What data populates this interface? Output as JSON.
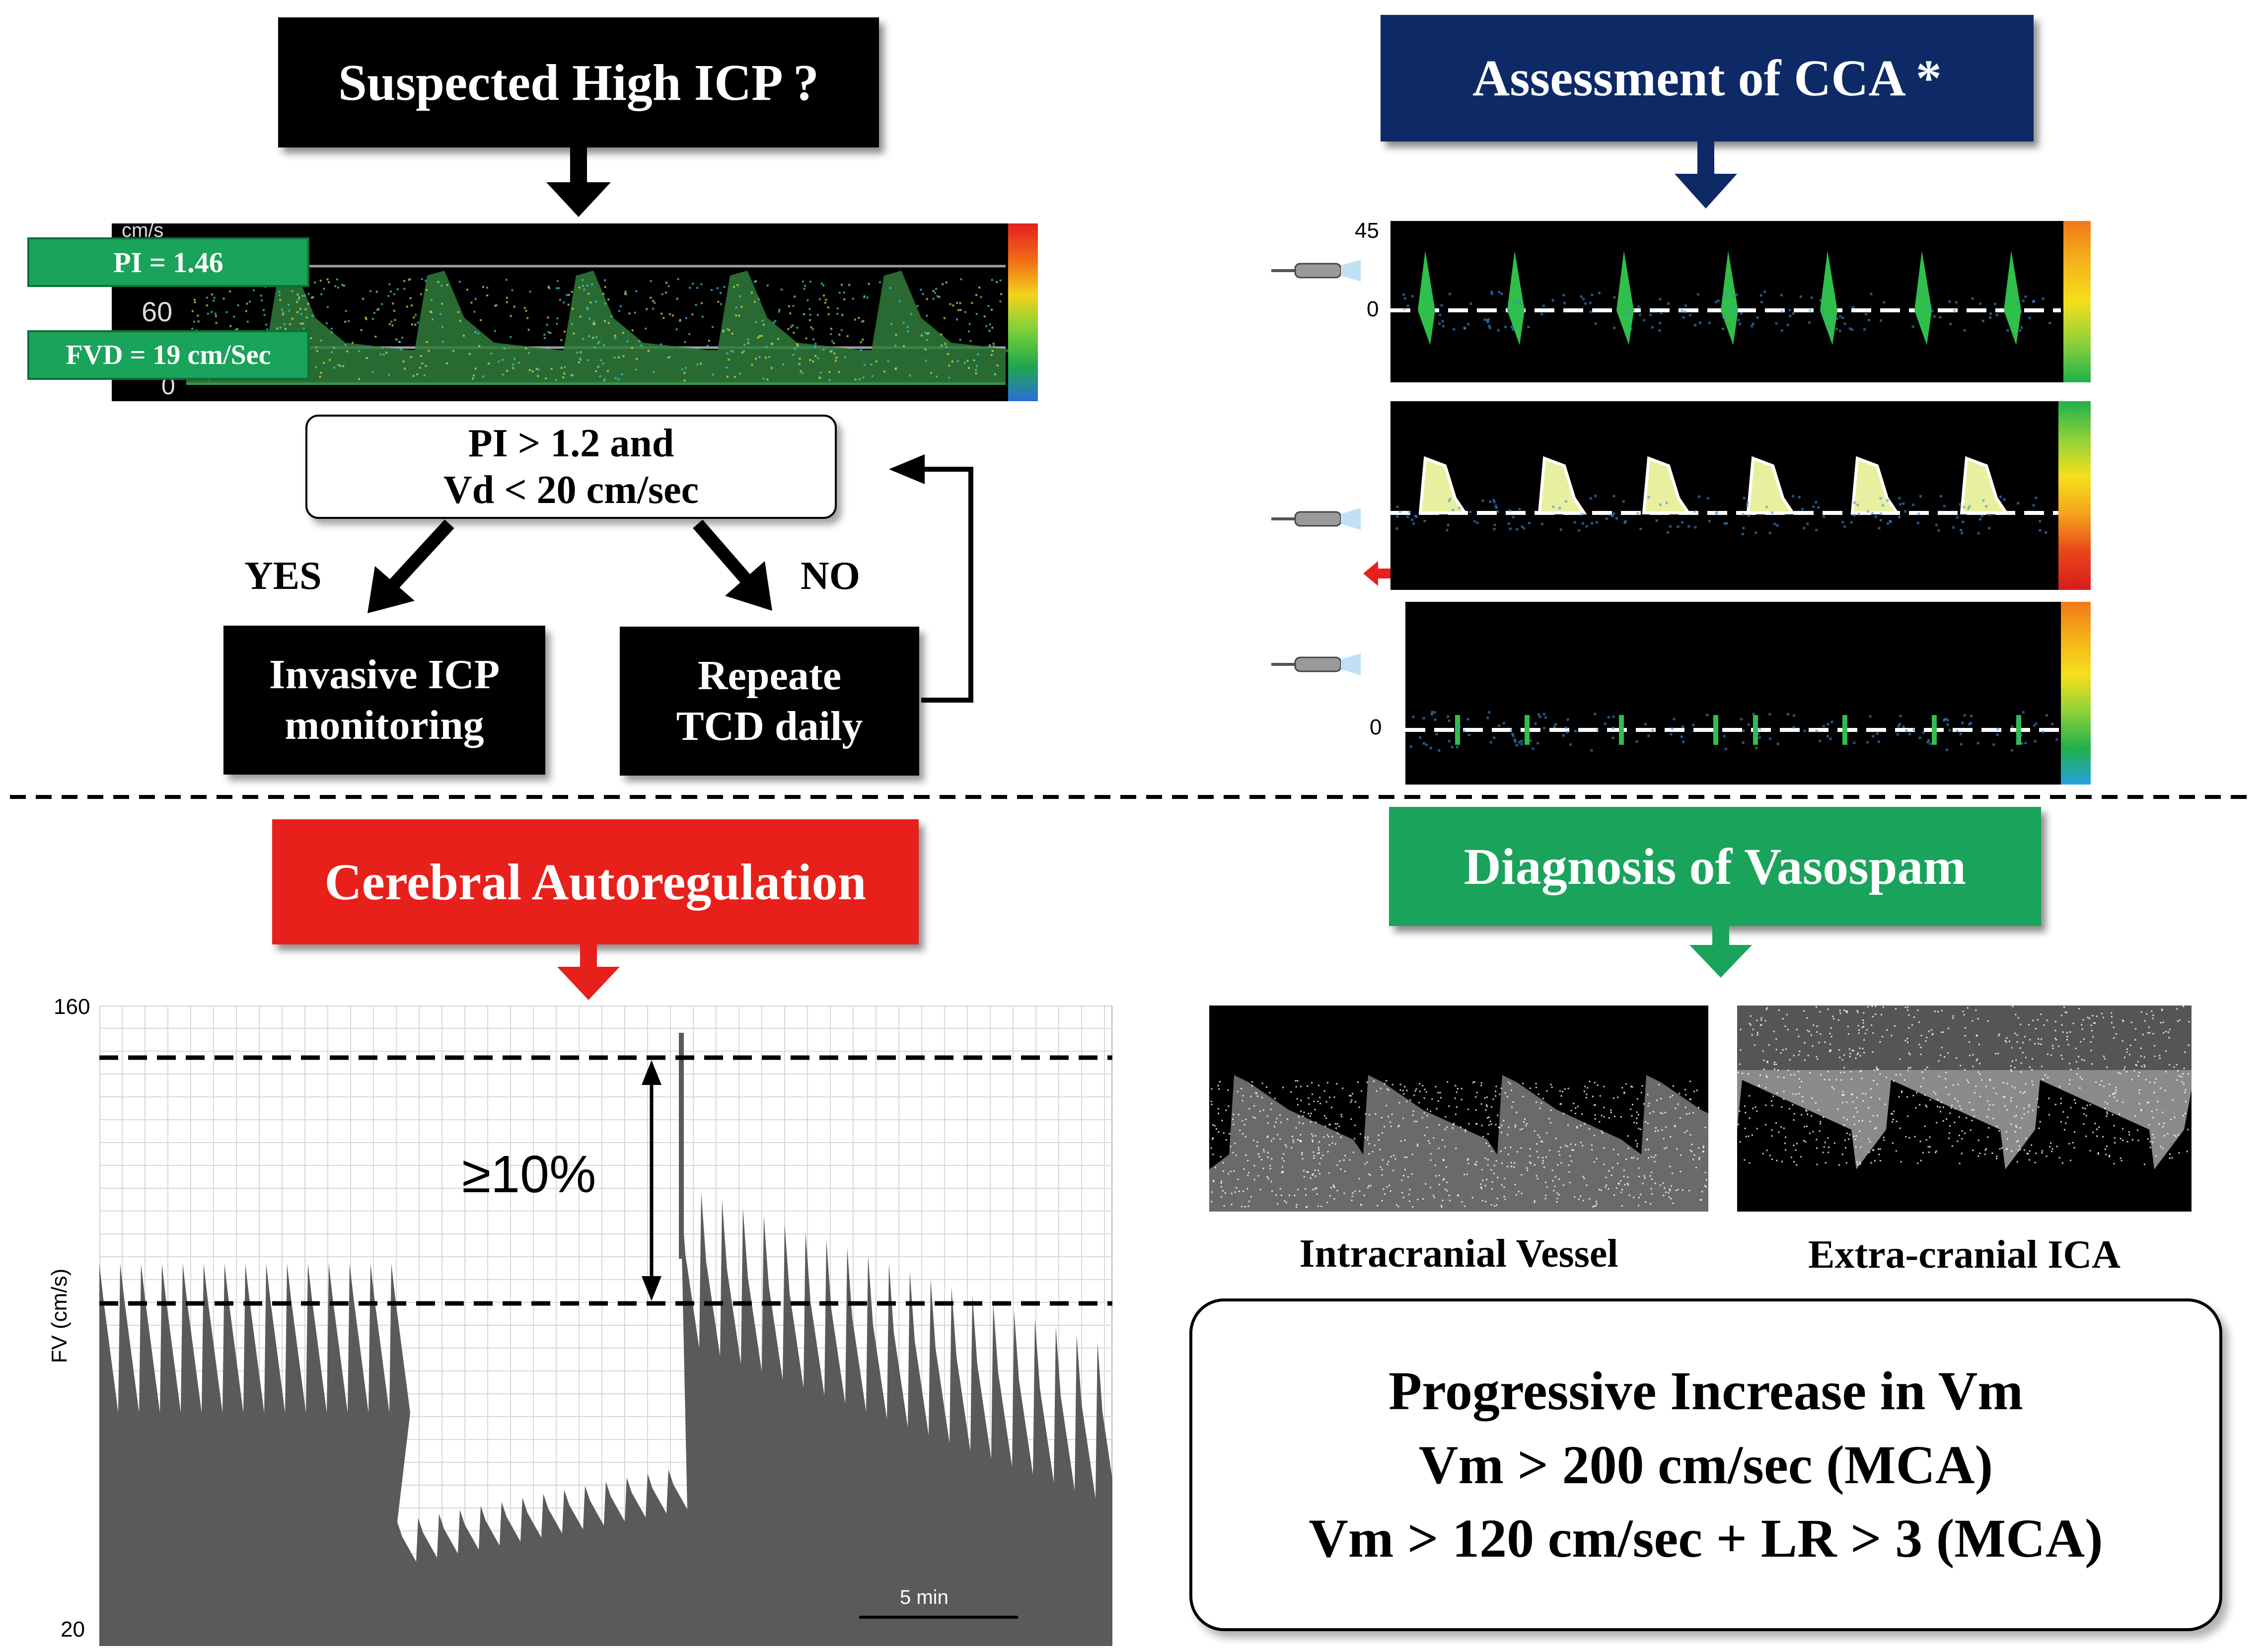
{
  "icp": {
    "title": "Suspected High ICP ?",
    "pi_tag": "PI = 1.46",
    "fvd_tag": "FVD = 19 cm/Sec",
    "axis_unit": "cm/s",
    "tick_60": "60",
    "tick_0": "0",
    "criteria_line1": "PI > 1.2 and",
    "criteria_line2": "Vd < 20 cm/sec",
    "yes_label": "YES",
    "no_label": "NO",
    "yes_box_line1": "Invasive ICP",
    "yes_box_line2": "monitoring",
    "no_box_line1": "Repeate",
    "no_box_line2": "TCD daily"
  },
  "cca": {
    "title": "Assessment of CCA *",
    "tick_45": "45",
    "tick_0a": "0",
    "tick_0b": "0"
  },
  "autoreg": {
    "title": "Cerebral Autoregulation",
    "y_top": "160",
    "y_bottom": "20",
    "y_label": "FV (cm/s)",
    "delta_label": "≥10%",
    "scale_label": "5 min"
  },
  "vaso": {
    "title": "Diagnosis of Vasospam",
    "left_caption": "Intracranial Vessel",
    "right_caption": "Extra-cranial ICA",
    "criteria_line1": "Progressive Increase in Vm",
    "criteria_line2": "Vm > 200 cm/sec (MCA)",
    "criteria_line3": "Vm > 120 cm/sec + LR > 3 (MCA)"
  },
  "colors": {
    "header_black": "#000000",
    "header_navy": "#0d2a66",
    "header_red": "#e8201b",
    "header_green": "#1aa35a",
    "tag_green": "#1aa35a",
    "trace_gray": "#5a5a5a"
  }
}
